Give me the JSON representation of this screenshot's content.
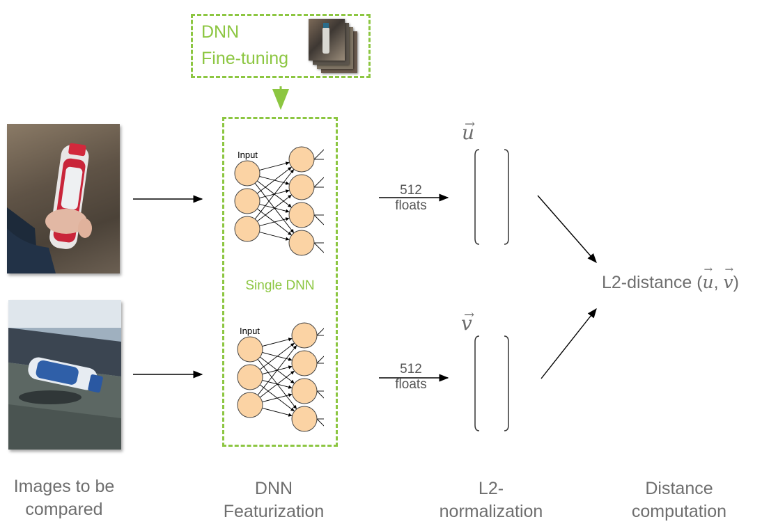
{
  "fine_tuning_box": {
    "line1": "DNN",
    "line2": "Fine-tuning"
  },
  "single_dnn_label": "Single DNN",
  "network_top": {
    "input_label": "Input"
  },
  "network_bottom": {
    "input_label": "Input"
  },
  "output_top": {
    "value": "512",
    "unit": "floats"
  },
  "output_bottom": {
    "value": "512",
    "unit": "floats"
  },
  "vectors": {
    "u": "u",
    "v": "v",
    "arrow": "→"
  },
  "distance": {
    "prefix": "L2-distance (",
    "sep": ", ",
    "suffix": ")"
  },
  "captions": {
    "images": [
      "Images to be",
      "compared"
    ],
    "featurization": [
      "DNN",
      "Featurization"
    ],
    "normalization": [
      "L2-",
      "normalization"
    ],
    "distance": [
      "Distance",
      "computation"
    ]
  },
  "colors": {
    "accent_green": "#8cc641",
    "node_fill": "#fbd3a4",
    "text_gray": "#6e6e6e"
  }
}
